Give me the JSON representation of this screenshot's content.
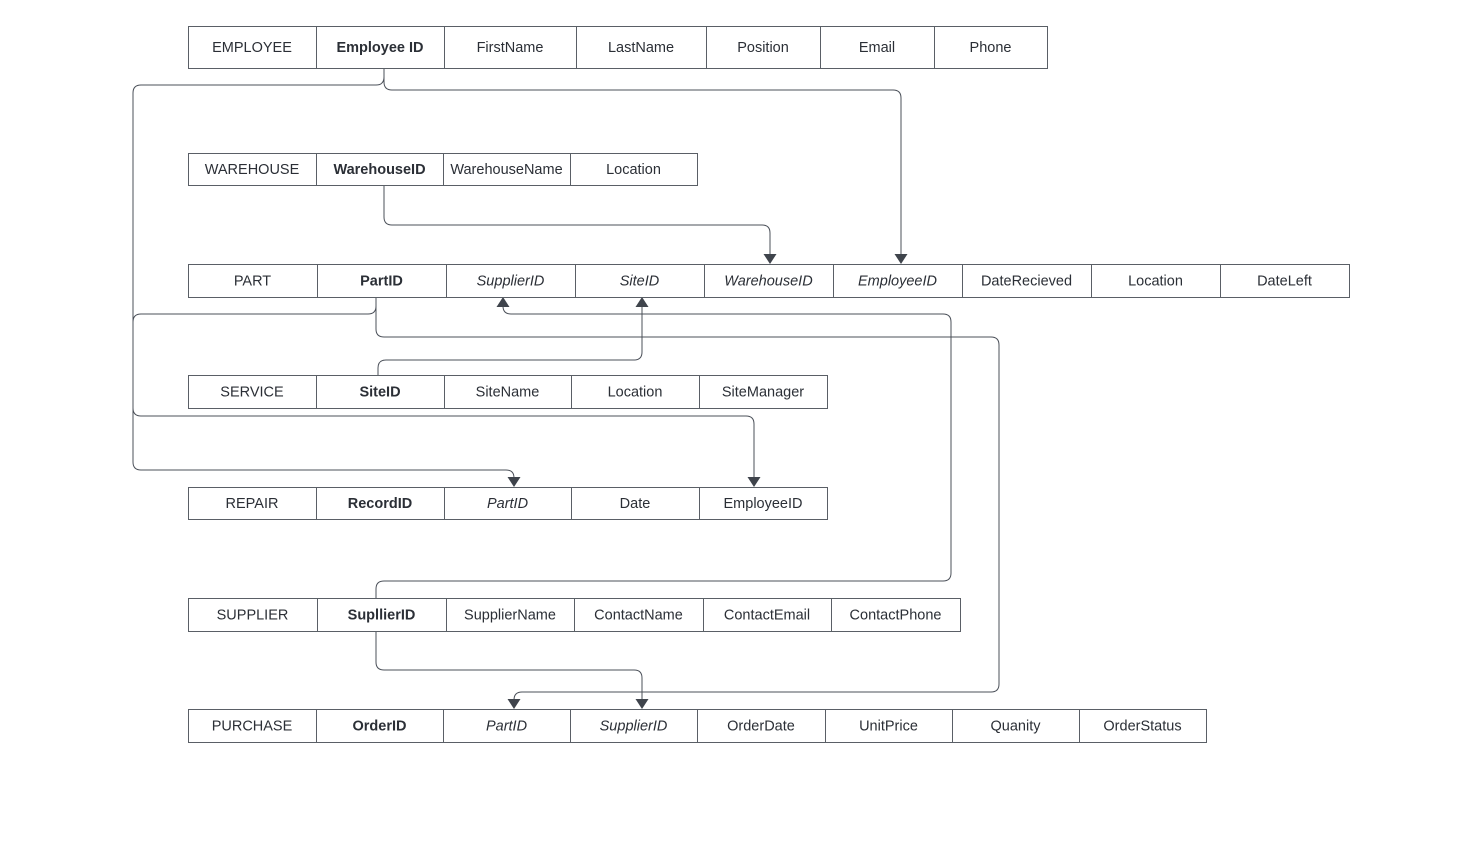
{
  "tables": [
    {
      "id": "employee",
      "cells": [
        {
          "text": "EMPLOYEE",
          "style": "name"
        },
        {
          "text": "Employee ID",
          "style": "bold"
        },
        {
          "text": "FirstName",
          "style": "normal"
        },
        {
          "text": "LastName",
          "style": "normal"
        },
        {
          "text": "Position",
          "style": "normal"
        },
        {
          "text": "Email",
          "style": "normal"
        },
        {
          "text": "Phone",
          "style": "normal"
        }
      ]
    },
    {
      "id": "warehouse",
      "cells": [
        {
          "text": "WAREHOUSE",
          "style": "name"
        },
        {
          "text": "WarehouseID",
          "style": "bold"
        },
        {
          "text": "WarehouseName",
          "style": "normal"
        },
        {
          "text": "Location",
          "style": "normal"
        }
      ]
    },
    {
      "id": "part",
      "cells": [
        {
          "text": "PART",
          "style": "name"
        },
        {
          "text": "PartID",
          "style": "bold"
        },
        {
          "text": "SupplierID",
          "style": "italic"
        },
        {
          "text": "SiteID",
          "style": "italic"
        },
        {
          "text": "WarehouseID",
          "style": "italic"
        },
        {
          "text": "EmployeeID",
          "style": "italic"
        },
        {
          "text": "DateRecieved",
          "style": "normal"
        },
        {
          "text": "Location",
          "style": "normal"
        },
        {
          "text": "DateLeft",
          "style": "normal"
        }
      ]
    },
    {
      "id": "service",
      "cells": [
        {
          "text": "SERVICE",
          "style": "name"
        },
        {
          "text": "SiteID",
          "style": "bold"
        },
        {
          "text": "SiteName",
          "style": "normal"
        },
        {
          "text": "Location",
          "style": "normal"
        },
        {
          "text": "SiteManager",
          "style": "normal"
        }
      ]
    },
    {
      "id": "repair",
      "cells": [
        {
          "text": "REPAIR",
          "style": "name"
        },
        {
          "text": "RecordID",
          "style": "bold"
        },
        {
          "text": "PartID",
          "style": "italic"
        },
        {
          "text": "Date",
          "style": "normal"
        },
        {
          "text": "EmployeeID",
          "style": "normal"
        }
      ]
    },
    {
      "id": "supplier",
      "cells": [
        {
          "text": "SUPPLIER",
          "style": "name"
        },
        {
          "text": "SupllierID",
          "style": "bold"
        },
        {
          "text": "SupplierName",
          "style": "normal"
        },
        {
          "text": "ContactName",
          "style": "normal"
        },
        {
          "text": "ContactEmail",
          "style": "normal"
        },
        {
          "text": "ContactPhone",
          "style": "normal"
        }
      ]
    },
    {
      "id": "purchase",
      "cells": [
        {
          "text": "PURCHASE",
          "style": "name"
        },
        {
          "text": "OrderID",
          "style": "bold"
        },
        {
          "text": "PartID",
          "style": "italic"
        },
        {
          "text": "SupplierID",
          "style": "italic"
        },
        {
          "text": "OrderDate",
          "style": "normal"
        },
        {
          "text": "UnitPrice",
          "style": "normal"
        },
        {
          "text": "Quanity",
          "style": "normal"
        },
        {
          "text": "OrderStatus",
          "style": "normal"
        }
      ]
    }
  ],
  "relationships": [
    {
      "id": "employee-to-part",
      "from": "employee.Employee ID",
      "to": "part.EmployeeID"
    },
    {
      "id": "employee-to-repair",
      "from": "employee.Employee ID",
      "to": "repair.EmployeeID"
    },
    {
      "id": "warehouse-to-part",
      "from": "warehouse.WarehouseID",
      "to": "part.WarehouseID"
    },
    {
      "id": "part-to-repair",
      "from": "part.PartID",
      "to": "repair.PartID"
    },
    {
      "id": "part-to-purchase",
      "from": "part.PartID",
      "to": "purchase.PartID"
    },
    {
      "id": "service-to-part",
      "from": "service.SiteID",
      "to": "part.SiteID"
    },
    {
      "id": "supplier-to-part",
      "from": "supplier.SupllierID",
      "to": "part.SupplierID"
    },
    {
      "id": "supplier-to-purchase",
      "from": "supplier.SupllierID",
      "to": "purchase.SupplierID"
    }
  ],
  "colors": {
    "line": "#4b5059",
    "border": "#5a5f66",
    "text": "#2b2f36",
    "background": "#ffffff"
  }
}
